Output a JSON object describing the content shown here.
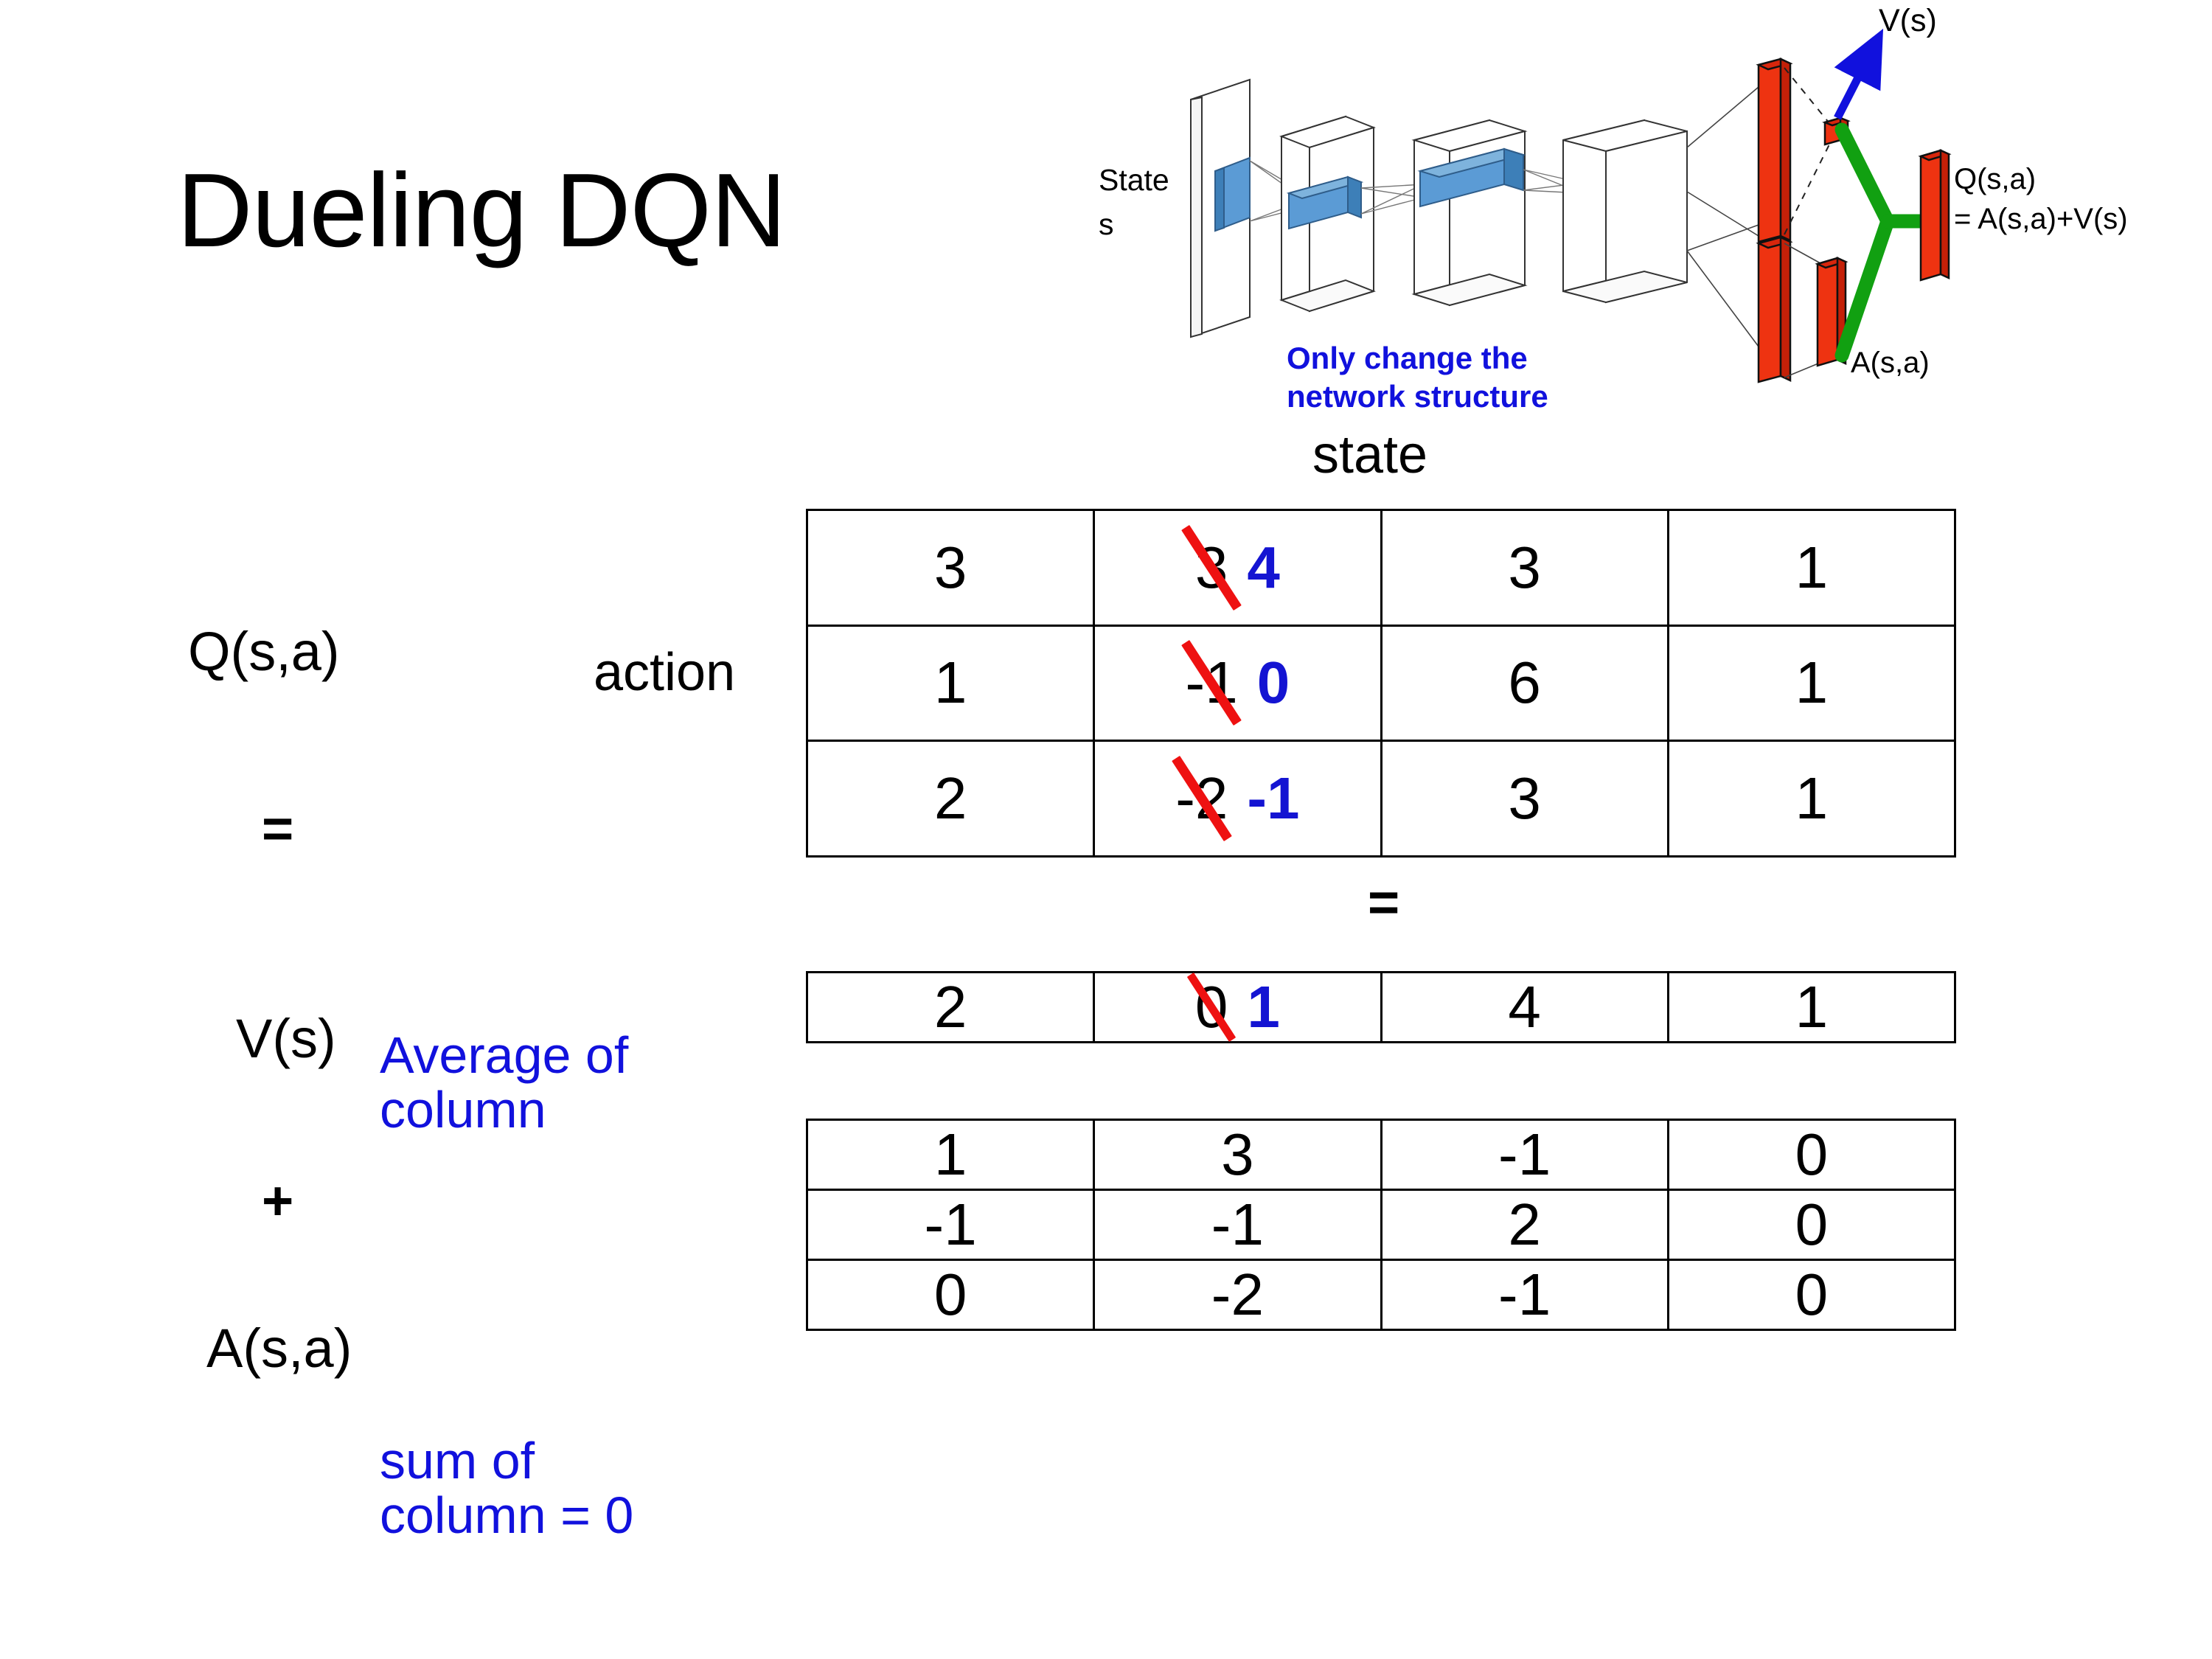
{
  "slide": {
    "title": "Dueling DQN"
  },
  "diagram": {
    "name": "dueling-dqn-network-architecture",
    "input_label_line1": "State",
    "input_label_line2": "s",
    "note_line1": "Only change the",
    "note_line2": "network structure",
    "value_stream_label": "V(s)",
    "advantage_stream_label": "A(s,a)",
    "output_label_line1": "Q(s,a)",
    "output_label_line2": "= A(s,a)+V(s)",
    "colors": {
      "note": "#1111dd",
      "arrow": "#1111dd",
      "stream_bar": "#ee3311",
      "combine": "#11a011",
      "filter": "#5b9bd5"
    }
  },
  "labels": {
    "q_label": "Q(s,a)",
    "action_label": "action",
    "state_label": "state",
    "equals_left": "=",
    "equals_mid": "=",
    "v_label": "V(s)",
    "average_note_line1": "Average of",
    "average_note_line2": "column",
    "plus_left": "+",
    "plus_mid": "+",
    "a_label": "A(s,a)",
    "sum_note_line1": "sum of",
    "sum_note_line2": "column = 0"
  },
  "colors": {
    "annotation_blue": "#1111dd",
    "new_value_blue": "#1414d2",
    "strike_red": "#ee1111",
    "text_black": "#000000"
  },
  "chart_data": {
    "type": "table",
    "title": "Dueling DQN",
    "xlabel": "state",
    "ylabel": "action",
    "tables": [
      {
        "name": "Q(s,a)",
        "rows": 3,
        "cols": 4,
        "values": [
          [
            "3",
            "3",
            "3",
            "1"
          ],
          [
            "1",
            "-1",
            "6",
            "1"
          ],
          [
            "2",
            "-2",
            "3",
            "1"
          ]
        ],
        "edits": [
          {
            "row": 0,
            "col": 1,
            "old": "3",
            "new": "4"
          },
          {
            "row": 1,
            "col": 1,
            "old": "-1",
            "new": "0"
          },
          {
            "row": 2,
            "col": 1,
            "old": "-2",
            "new": "-1"
          }
        ]
      },
      {
        "name": "V(s)",
        "rows": 1,
        "cols": 4,
        "values": [
          [
            "2",
            "0",
            "4",
            "1"
          ]
        ],
        "edits": [
          {
            "row": 0,
            "col": 1,
            "old": "0",
            "new": "1"
          }
        ]
      },
      {
        "name": "A(s,a)",
        "rows": 3,
        "cols": 4,
        "values": [
          [
            "1",
            "3",
            "-1",
            "0"
          ],
          [
            "-1",
            "-1",
            "2",
            "0"
          ],
          [
            "0",
            "-2",
            "-1",
            "0"
          ]
        ],
        "edits": []
      }
    ],
    "relation": "Q(s,a) = V(s) + A(s,a)"
  }
}
